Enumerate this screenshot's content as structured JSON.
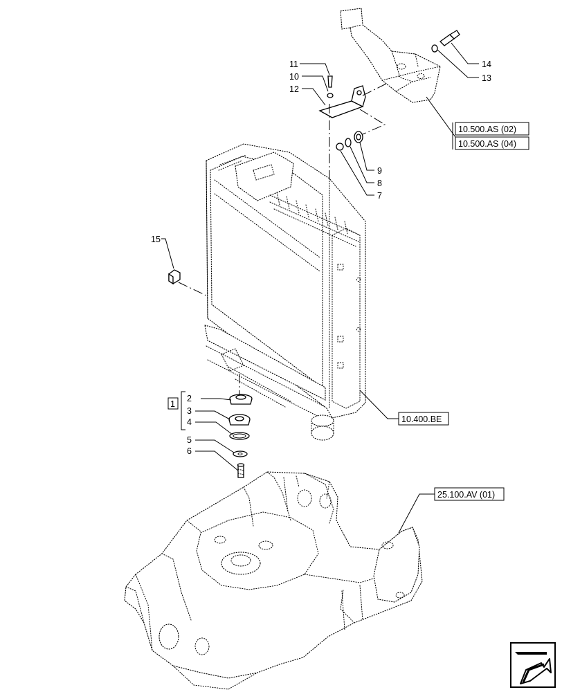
{
  "callouts": {
    "c1": "1",
    "c2": "2",
    "c3": "3",
    "c4": "4",
    "c5": "5",
    "c6": "6",
    "c7": "7",
    "c8": "8",
    "c9": "9",
    "c10": "10",
    "c11": "11",
    "c12": "12",
    "c13": "13",
    "c14": "14",
    "c15": "15"
  },
  "references": {
    "ref_bracket_a": "10.500.AS (02)",
    "ref_bracket_b": "10.500.AS (04)",
    "ref_radiator": "10.400.BE",
    "ref_frame": "25.100.AV (01)"
  },
  "icons": {
    "nav": "previous-page-arrow-icon"
  }
}
